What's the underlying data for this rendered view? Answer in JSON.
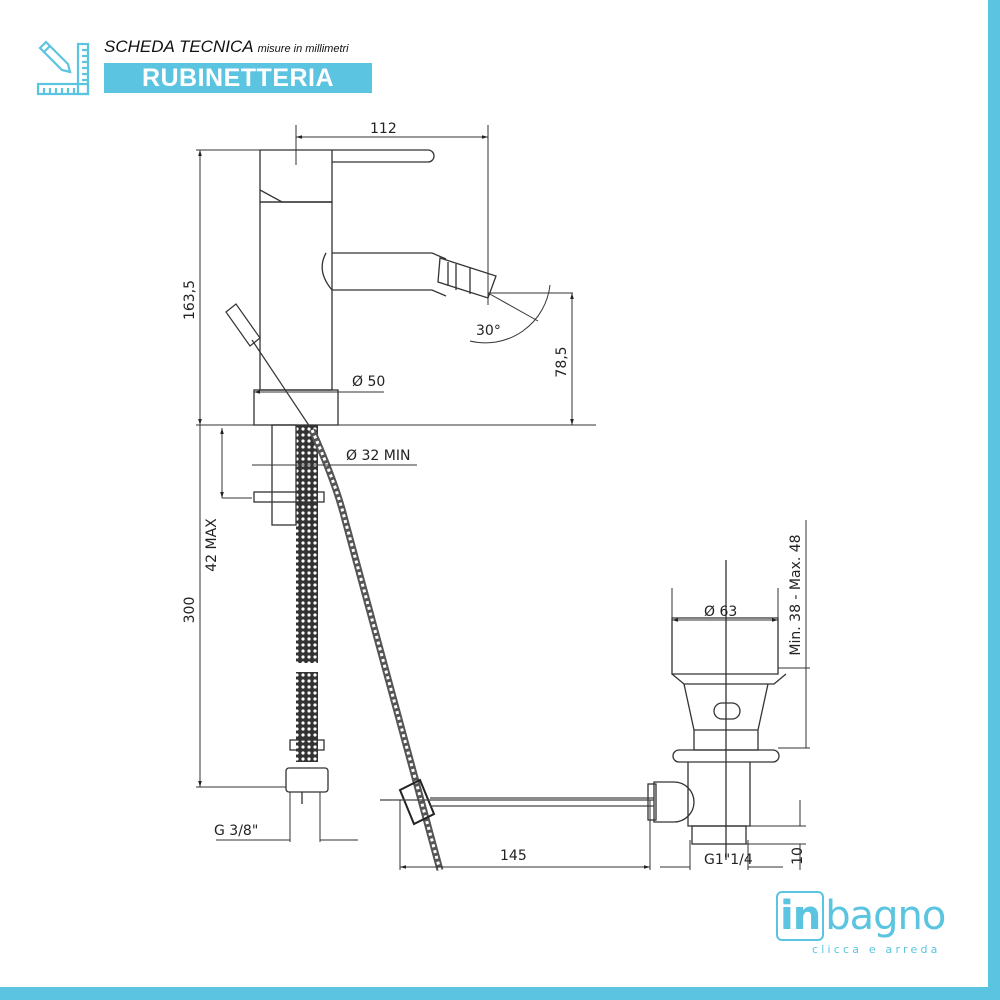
{
  "header": {
    "title": "SCHEDA TECNICA",
    "subtitle": "misure in millimetri",
    "category": "RUBINETTERIA",
    "icon": "ruler-pencil-icon"
  },
  "colors": {
    "accent": "#5bc4e0",
    "line": "#333333"
  },
  "dimensions": {
    "spout_reach": "112",
    "total_height": "163,5",
    "spout_angle": "30°",
    "spout_height": "78,5",
    "base_diameter": "Ø 50",
    "hole_diameter": "Ø 32 MIN",
    "deck_thickness": "42 MAX",
    "hose_length": "300",
    "hose_connection": "G 3/8\"",
    "waste_diameter": "Ø 63",
    "waste_range": "Min. 38 - Max. 48",
    "rod_length": "145",
    "waste_thread": "G1\"1/4",
    "waste_thread_height": "10"
  },
  "logo": {
    "brand_prefix": "in",
    "brand_suffix": "bagno",
    "tagline": "clicca e arreda"
  }
}
